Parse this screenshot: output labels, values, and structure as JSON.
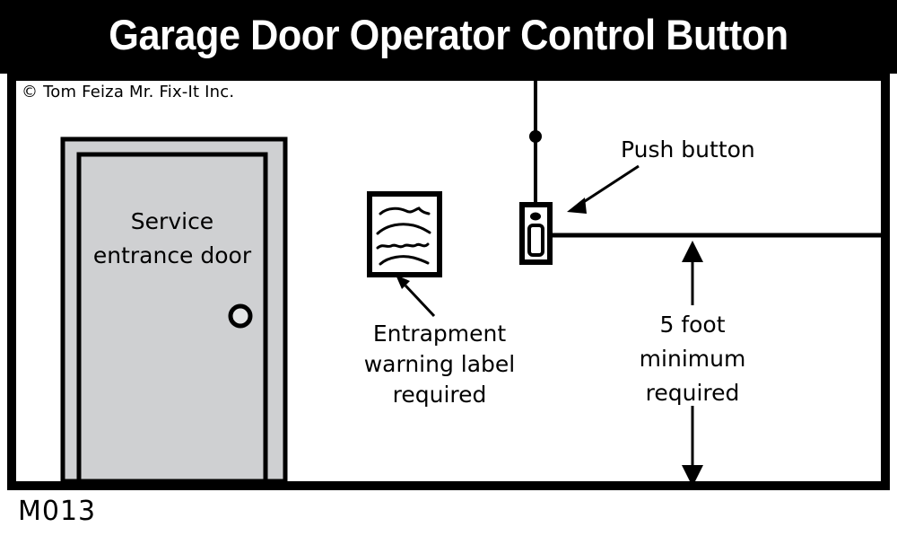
{
  "header": {
    "title": "Garage Door Operator Control Button"
  },
  "credit": {
    "text": "© Tom Feiza Mr. Fix-It Inc."
  },
  "figure": {
    "code": "M013"
  },
  "diagram": {
    "door": {
      "label": "Service entrance door",
      "fill_color": "#cfd0d2",
      "stroke_color": "#000000"
    },
    "warning_label": {
      "caption": "Entrapment warning label required",
      "squiggle_count": 4
    },
    "push_button": {
      "caption": "Push button"
    },
    "dimension": {
      "caption": "5 foot minimum required",
      "value": "5 foot",
      "unit": "foot",
      "qualifier": "minimum required"
    }
  },
  "colors": {
    "ink": "#000000",
    "paper": "#ffffff",
    "door_gray": "#cfd0d2"
  }
}
